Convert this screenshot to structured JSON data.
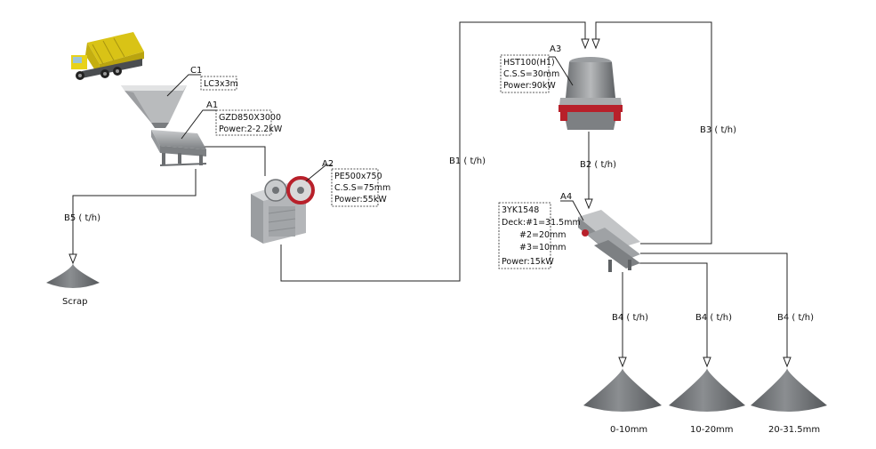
{
  "equipment": {
    "c1": {
      "tag": "C1",
      "specs": [
        "LC3x3m"
      ]
    },
    "a1": {
      "tag": "A1",
      "specs": [
        "GZD850X3000",
        "Power:2-2.2kW"
      ]
    },
    "a2": {
      "tag": "A2",
      "specs": [
        "PE500x750",
        "C.S.S=75mm",
        "Power:55kW"
      ]
    },
    "a3": {
      "tag": "A3",
      "specs": [
        "HST100(H1)",
        "C.S.S=30mm",
        "Power:90kW"
      ]
    },
    "a4": {
      "tag": "A4",
      "specs": [
        "3YK1548",
        "Deck:#1=31.5mm",
        "#2=20mm",
        "#3=10mm",
        "Power:15kW"
      ]
    }
  },
  "flows": {
    "b1": "B1 (  t/h)",
    "b2": "B2 (  t/h)",
    "b3": "B3 (  t/h)",
    "b4a": "B4 (  t/h)",
    "b4b": "B4 (  t/h)",
    "b4c": "B4 (  t/h)",
    "b5": "B5 (  t/h)"
  },
  "piles": {
    "scrap": "Scrap",
    "p1": "0-10mm",
    "p2": "10-20mm",
    "p3": "20-31.5mm"
  },
  "colors": {
    "truck_body": "#e8d21a",
    "truck_cab": "#2f7a3a",
    "steel": "#8a8d90",
    "pile": "#6f7275",
    "accent_red": "#b8202a"
  }
}
